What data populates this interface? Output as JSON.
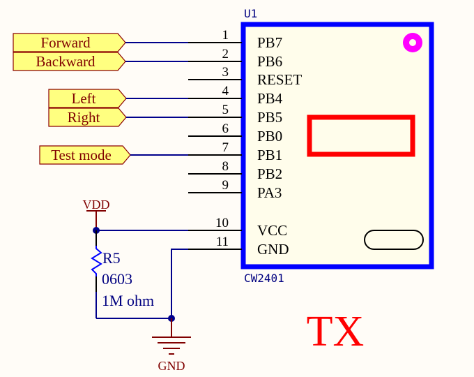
{
  "component": {
    "designator": "U1",
    "part_number": "CW2401",
    "pins": [
      {
        "number": "1",
        "name": "PB7"
      },
      {
        "number": "2",
        "name": "PB6"
      },
      {
        "number": "3",
        "name": "RESET"
      },
      {
        "number": "4",
        "name": "PB4"
      },
      {
        "number": "5",
        "name": "PB5"
      },
      {
        "number": "6",
        "name": "PB0"
      },
      {
        "number": "7",
        "name": "PB1"
      },
      {
        "number": "8",
        "name": "PB2"
      },
      {
        "number": "9",
        "name": "PA3"
      },
      {
        "number": "10",
        "name": "VCC"
      },
      {
        "number": "11",
        "name": "GND"
      }
    ]
  },
  "net_ports": [
    {
      "label": "Forward",
      "pin": "1"
    },
    {
      "label": "Backward",
      "pin": "2"
    },
    {
      "label": "Left",
      "pin": "4"
    },
    {
      "label": "Right",
      "pin": "5"
    },
    {
      "label": "Test mode",
      "pin": "7"
    }
  ],
  "power": {
    "vdd_label": "VDD",
    "gnd_label": "GND"
  },
  "resistor": {
    "designator": "R5",
    "footprint": "0603",
    "value": "1M ohm"
  },
  "board_label": "TX",
  "colors": {
    "background": "#fffcf7",
    "body_fill": "#fffdeb",
    "body_border": "#0000ff",
    "wire": "#00008b",
    "pin": "#000000",
    "port_fill": "#ffff80",
    "port_border": "#8b0000",
    "port_text": "#800000",
    "power": "#800000",
    "antenna_mark": "#ff00ff",
    "highlight": "#ff0000",
    "designator_text": "#000080"
  }
}
